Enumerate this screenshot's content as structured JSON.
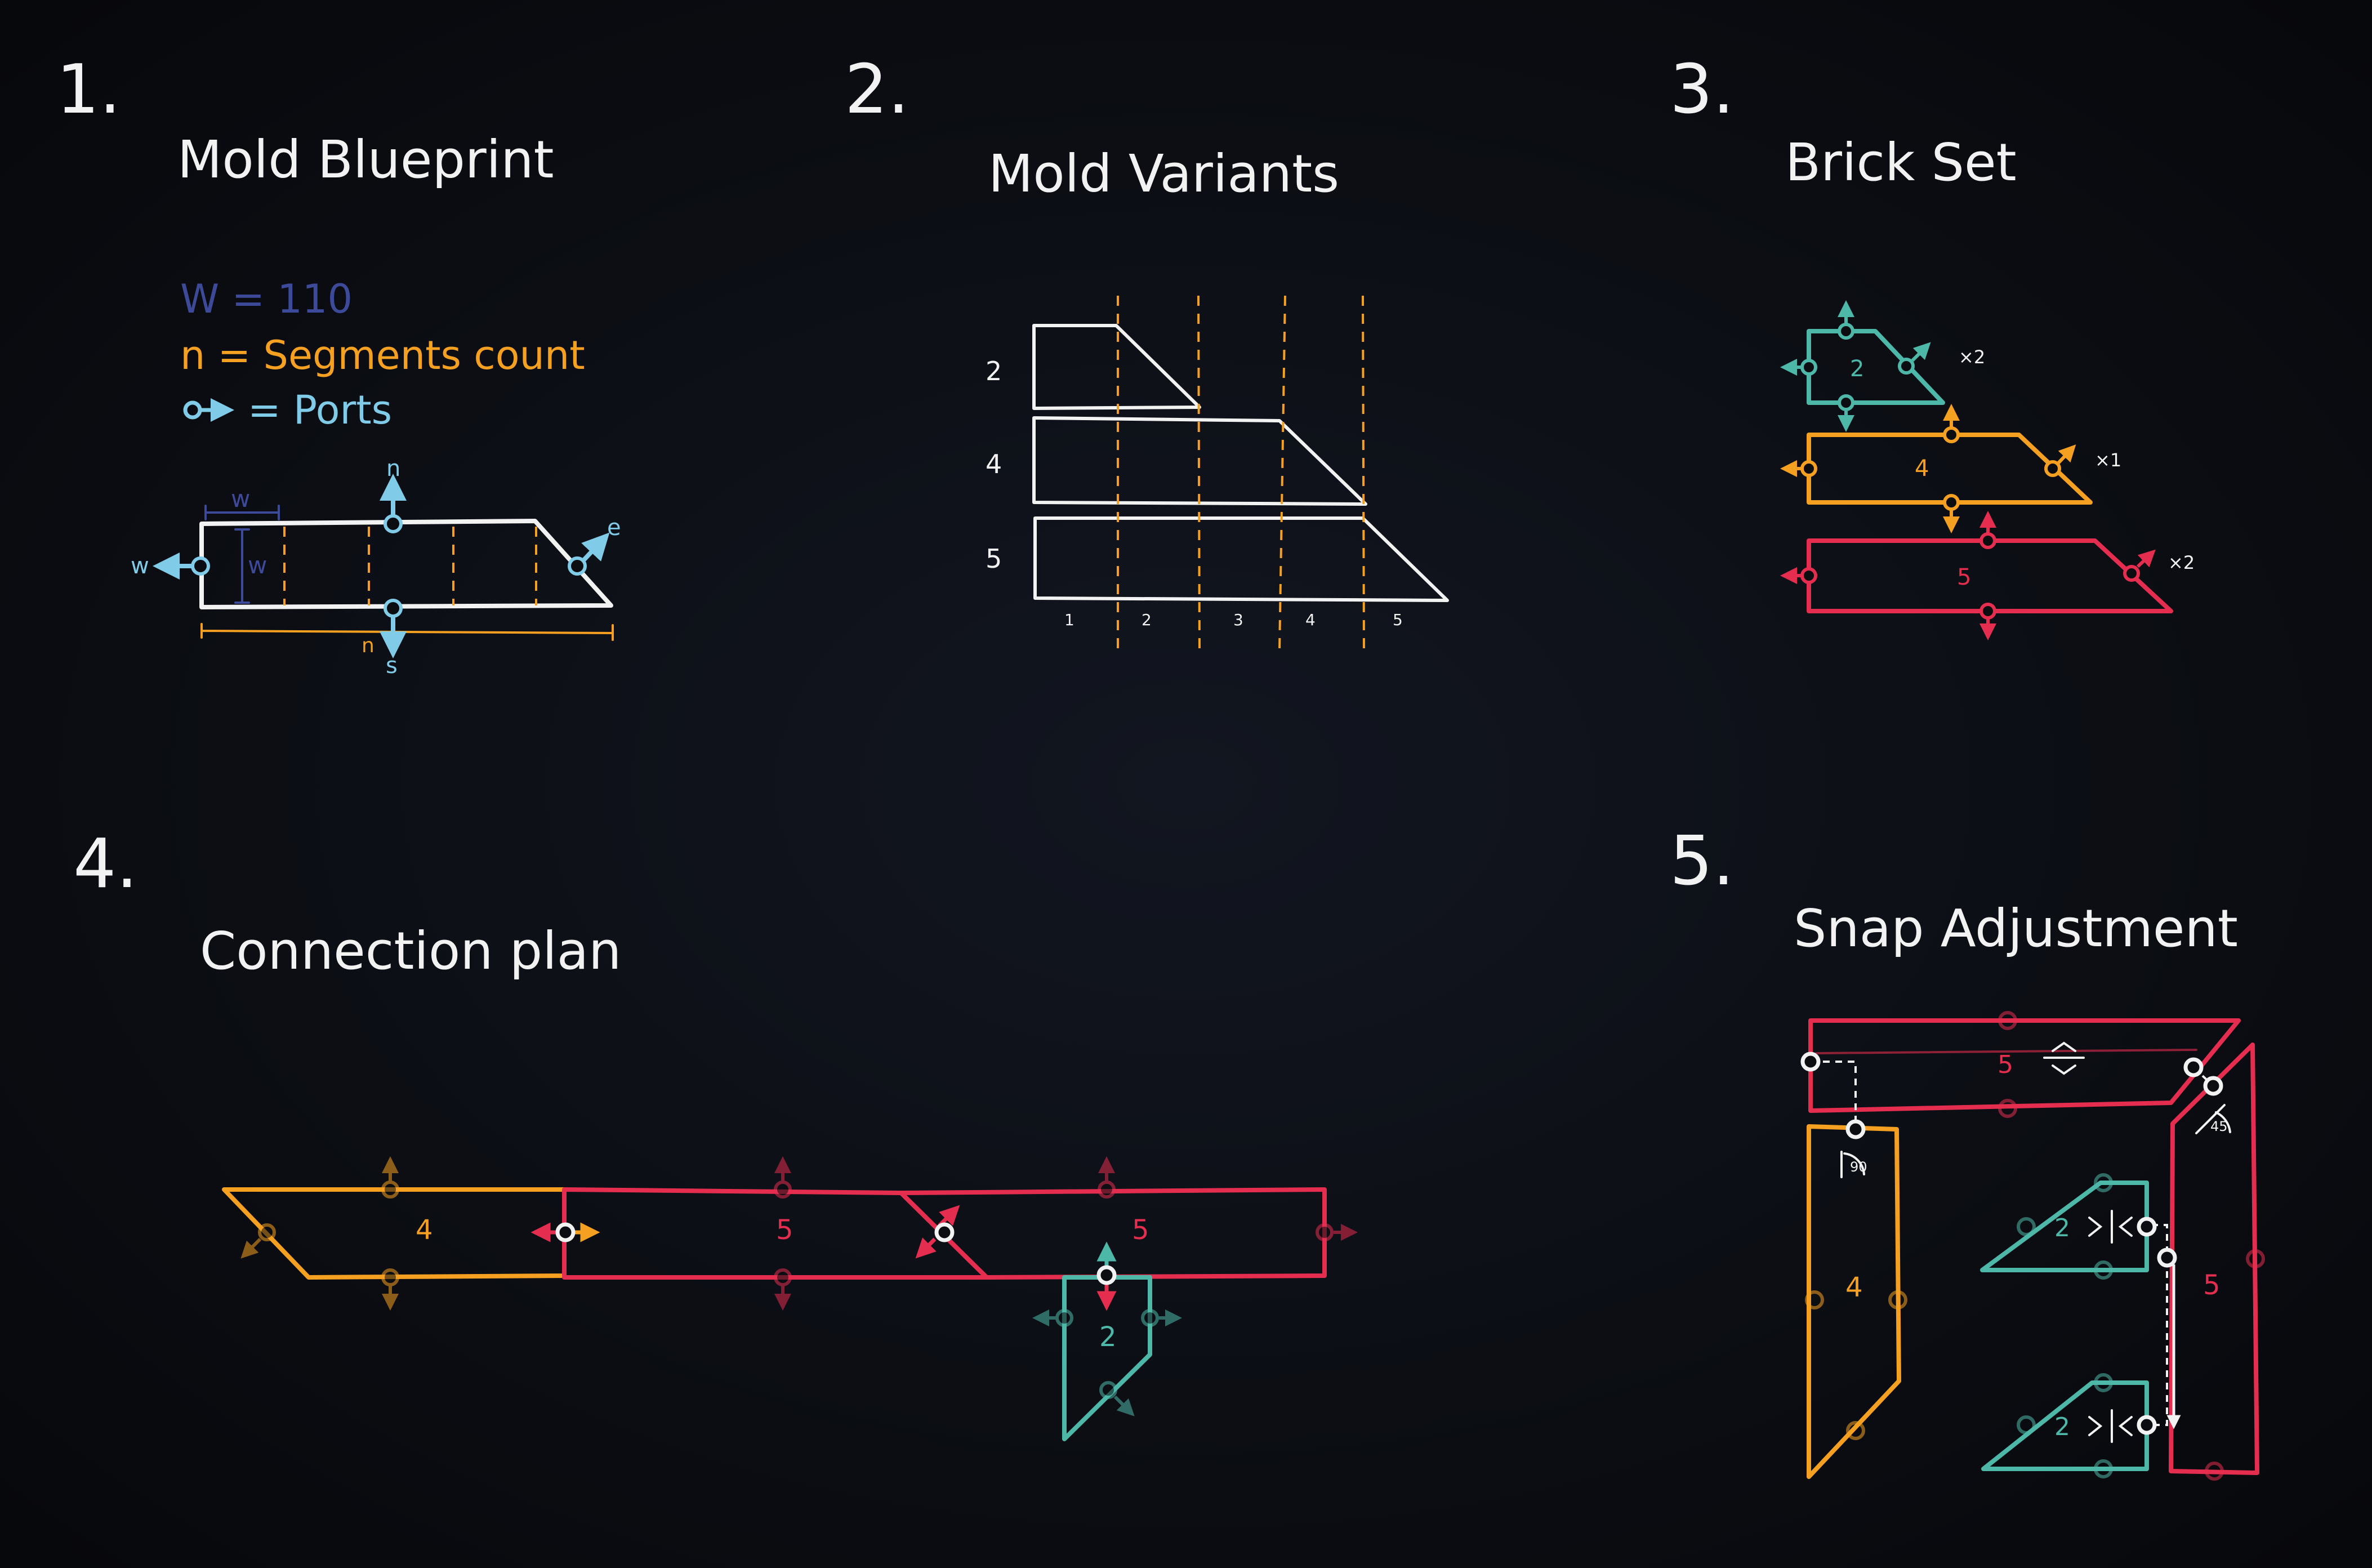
{
  "panels": {
    "p1": {
      "number": "1.",
      "title": "Mold Blueprint",
      "legend_w": "W = 110",
      "legend_n": "n = Segments count",
      "legend_ports": "= Ports",
      "port_n": "n",
      "port_s": "s",
      "port_w": "w",
      "port_e": "e",
      "dim_w_top": "w",
      "dim_w_side": "w",
      "dim_n": "n"
    },
    "p2": {
      "number": "2.",
      "title": "Mold Variants",
      "rows": [
        "2",
        "4",
        "5"
      ],
      "columns": [
        "1",
        "2",
        "3",
        "4",
        "5"
      ]
    },
    "p3": {
      "number": "3.",
      "title": "Brick Set",
      "bricks": [
        {
          "label": "2",
          "count": "×2"
        },
        {
          "label": "4",
          "count": "×1"
        },
        {
          "label": "5",
          "count": "×2"
        }
      ]
    },
    "p4": {
      "number": "4.",
      "title": "Connection plan",
      "labels": [
        "4",
        "5",
        "5",
        "2"
      ]
    },
    "p5": {
      "number": "5.",
      "title": "Snap Adjustment",
      "labels": [
        "5",
        "4",
        "5",
        "2",
        "2"
      ],
      "angle_a": "90",
      "angle_b": "45"
    }
  },
  "colors": {
    "background": "#0b0d11",
    "chalk": "#f2f2f2",
    "orange": "#f5a020",
    "red": "#e52d4f",
    "teal": "#4eb8a8",
    "port_blue": "#80cce8",
    "width_indigo": "#3d4a9a"
  }
}
